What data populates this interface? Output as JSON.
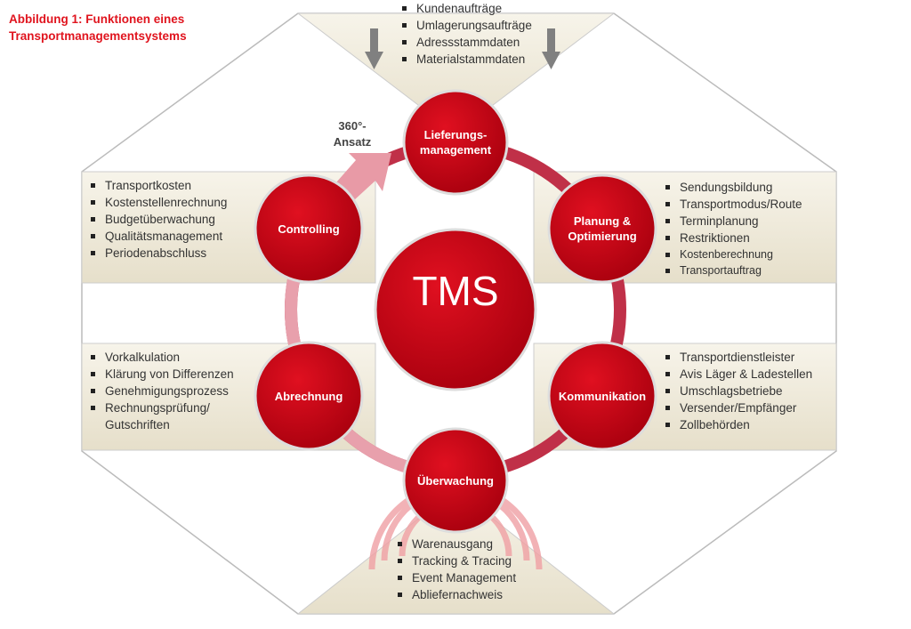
{
  "title": "Abbildung 1: Funktionen eines Transportmanagementsystems",
  "title_lines": [
    "Abbildung 1: Funktionen eines",
    "Transportmanagementsystems"
  ],
  "center": "TMS",
  "cycle_label": [
    "360°-",
    "Ansatz"
  ],
  "colors": {
    "accent": "#c8101e",
    "title": "#e0141e",
    "panel": "#efeadb"
  },
  "nodes": [
    {
      "label": "Lieferungs-\nmanagement",
      "items": [
        "Kundenaufträge",
        "Umlagerungsaufträge",
        "Adressstammdaten",
        "Materialstammdaten"
      ]
    },
    {
      "label": "Planung &\nOptimierung",
      "items": [
        "Sendungsbildung",
        "Transportmodus/Route",
        "Terminplanung",
        "Restriktionen",
        "Kostenberechnung",
        "Transportauftrag"
      ]
    },
    {
      "label": "Kommunikation",
      "items": [
        "Transportdienstleister",
        "Avis Läger & Ladestellen",
        "Umschlagsbetriebe",
        "Versender/Empfänger",
        "Zollbehörden"
      ]
    },
    {
      "label": "Überwachung",
      "items": [
        "Warenausgang",
        "Tracking & Tracing",
        "Event Management",
        "Abliefernachweis"
      ]
    },
    {
      "label": "Abrechnung",
      "items": [
        "Vorkalkulation",
        "Klärung von Differenzen",
        "Genehmigungsprozess",
        "Rechnungsprüfung/",
        "Gutschriften"
      ]
    },
    {
      "label": "Controlling",
      "items": [
        "Transportkosten",
        "Kostenstellenrechnung",
        "Budgetüberwachung",
        "Qualitätsmanagement",
        "Periodenabschluss"
      ]
    }
  ]
}
